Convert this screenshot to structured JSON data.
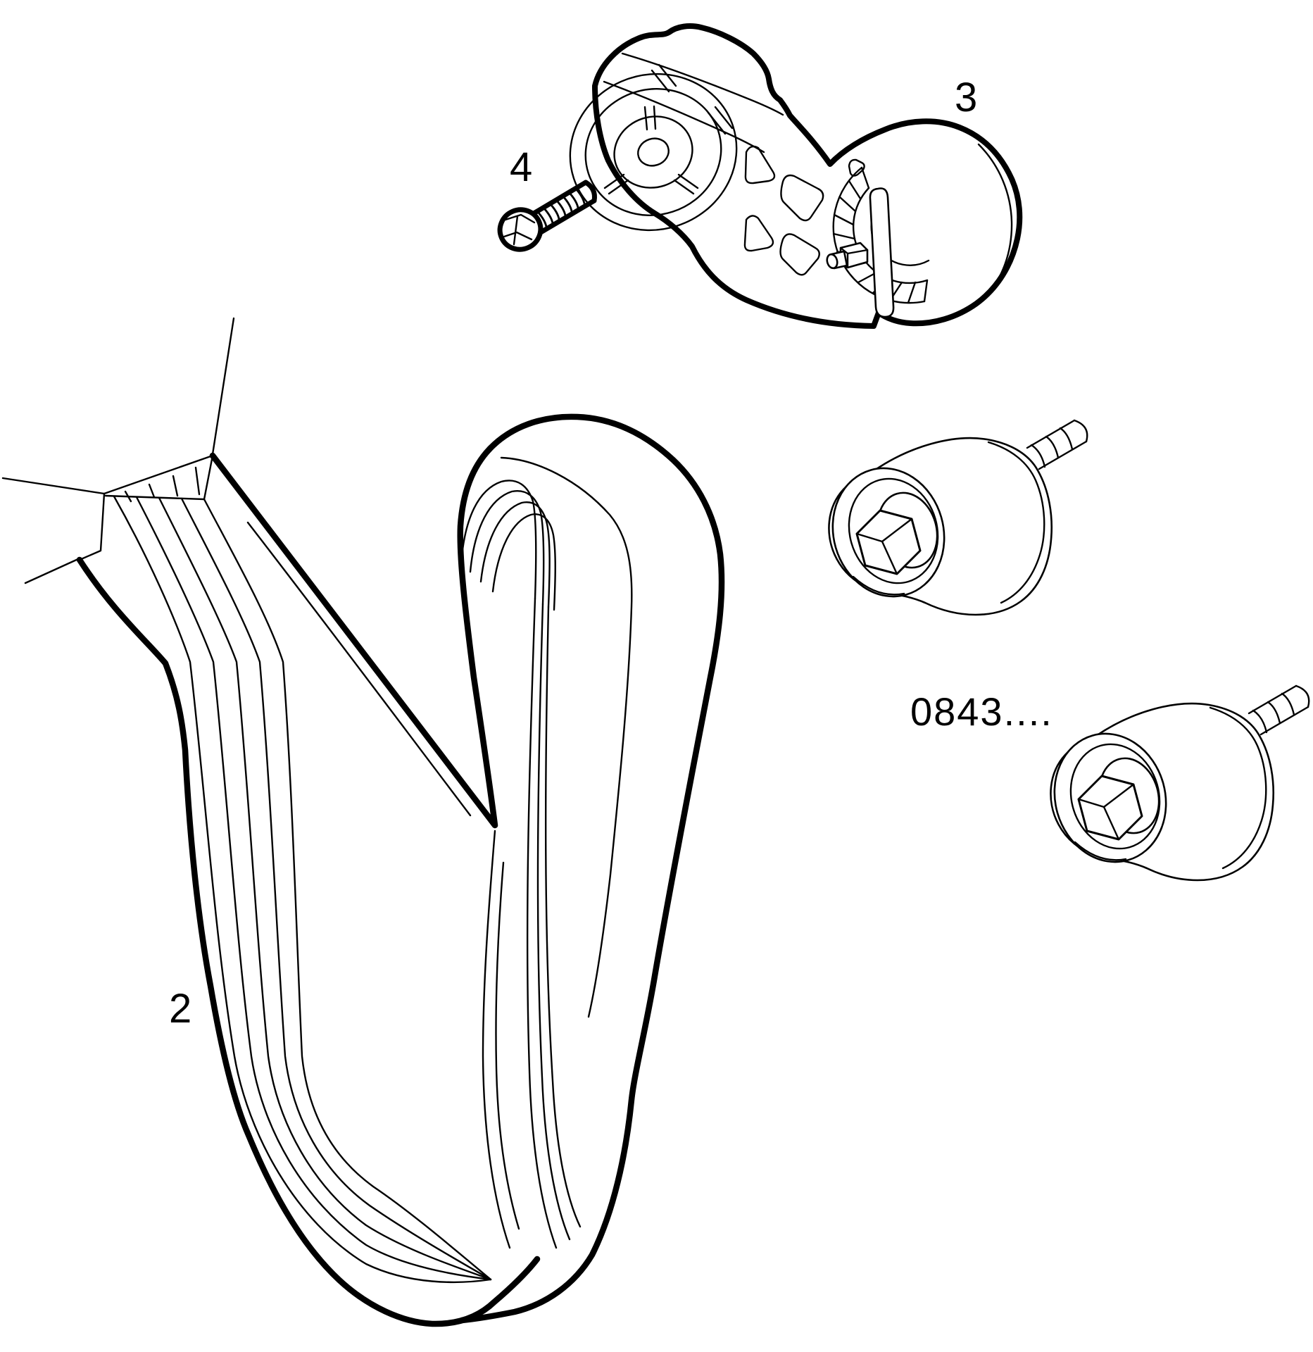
{
  "canvas": {
    "background": "#ffffff",
    "line_color": "#000000"
  },
  "labels": {
    "belt_callout": "2",
    "tensioner_callout": "3",
    "bolt_callout": "4",
    "part_number": "0843...."
  }
}
